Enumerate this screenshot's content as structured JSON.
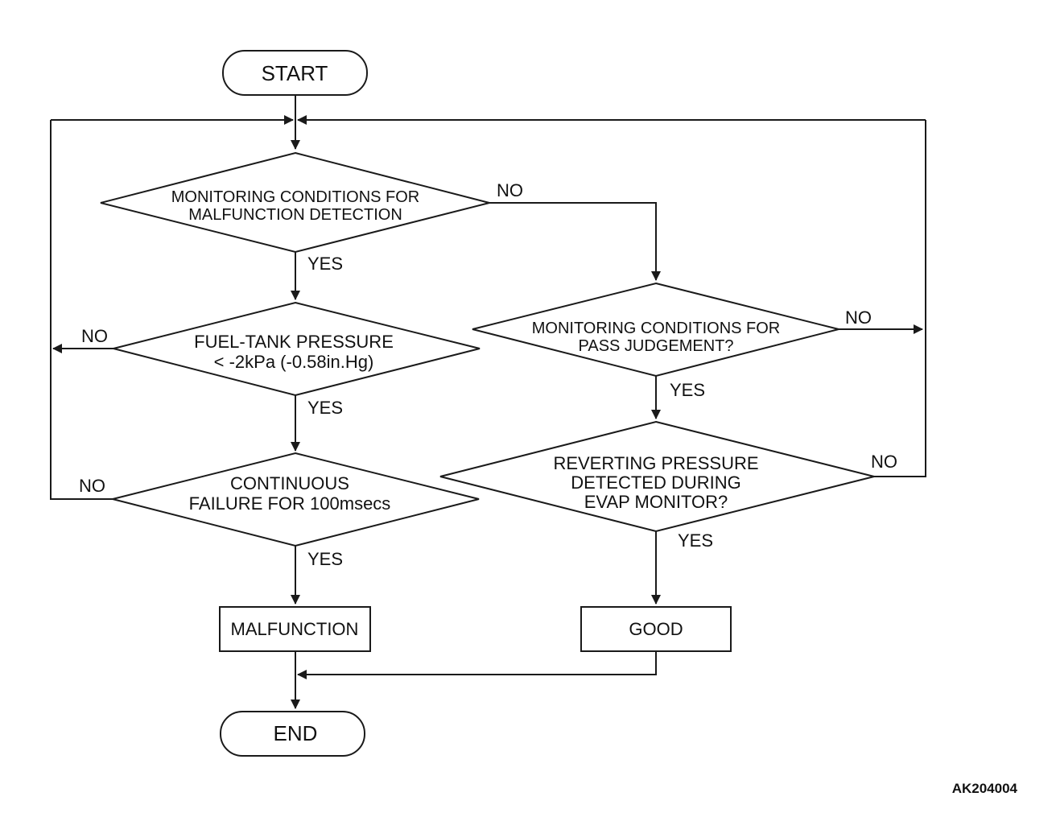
{
  "nodes": {
    "start": "START",
    "end": "END",
    "monitor_malfunction": [
      "MONITORING CONDITIONS FOR",
      "MALFUNCTION DETECTION"
    ],
    "fuel_tank_pressure": [
      "FUEL-TANK PRESSURE",
      "< -2kPa (-0.58in.Hg)"
    ],
    "continuous_failure": [
      "CONTINUOUS",
      "FAILURE FOR 100msecs"
    ],
    "monitor_pass": [
      "MONITORING CONDITIONS FOR",
      "PASS JUDGEMENT?"
    ],
    "reverting_pressure": [
      "REVERTING PRESSURE",
      "DETECTED DURING",
      "EVAP MONITOR?"
    ],
    "malfunction": "MALFUNCTION",
    "good": "GOOD"
  },
  "labels": {
    "yes": "YES",
    "no": "NO"
  },
  "figure_code": "AK204004"
}
